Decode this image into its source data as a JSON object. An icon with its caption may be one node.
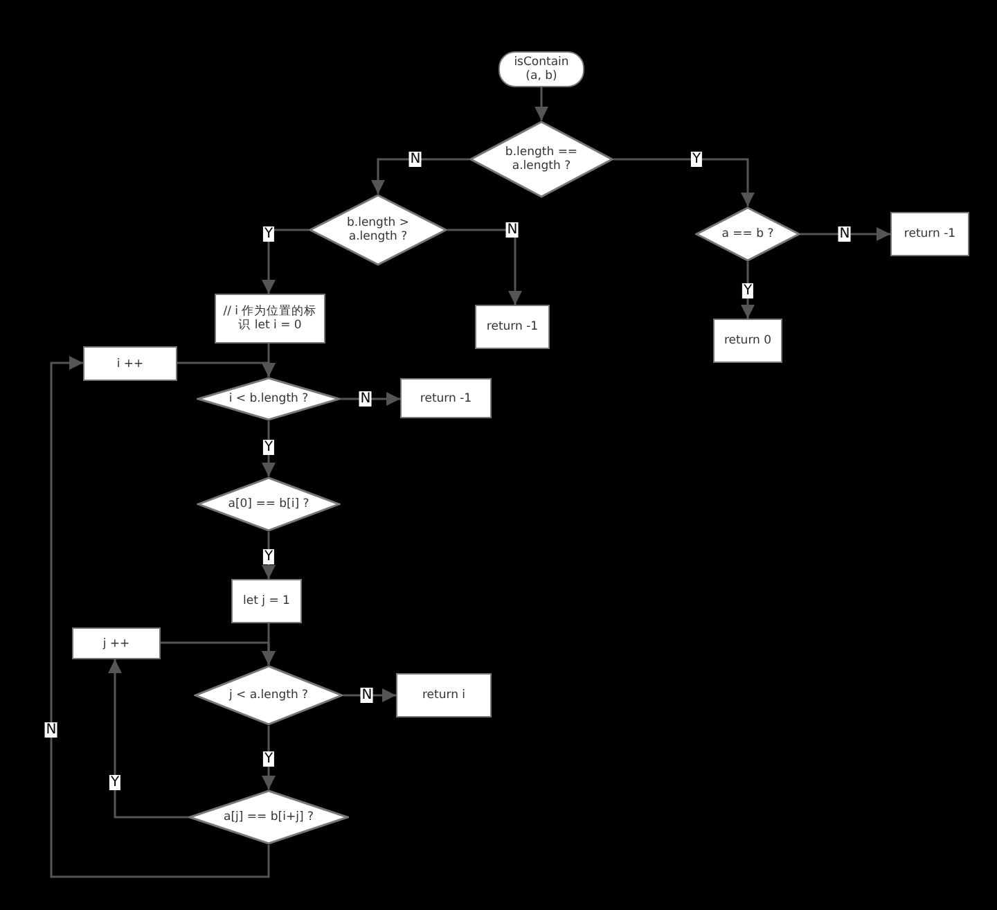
{
  "diagram": {
    "nodes": [
      {
        "text": [
          "isContain (a, b)"
        ]
      },
      {
        "text": [
          "b.length == a.length ?"
        ]
      },
      {
        "text": [
          "b.length > a.length ?"
        ]
      },
      {
        "text": [
          "a == b ?"
        ]
      },
      {
        "text": [
          "return -1"
        ]
      },
      {
        "text": [
          "return 0"
        ]
      },
      {
        "text": [
          "// i 作为位置的标识 let i = 0"
        ]
      },
      {
        "text": [
          "return -1"
        ]
      },
      {
        "text": [
          "i ++"
        ]
      },
      {
        "text": [
          "i < b.length ?"
        ]
      },
      {
        "text": [
          "return -1"
        ]
      },
      {
        "text": [
          "a[0] == b[i] ?"
        ]
      },
      {
        "text": [
          "let j = 1"
        ]
      },
      {
        "text": [
          "j ++"
        ]
      },
      {
        "text": [
          "j < a.length ?"
        ]
      },
      {
        "text": [
          "return i"
        ]
      },
      {
        "text": [
          "a[j] == b[i+j] ?"
        ]
      }
    ],
    "edges": [
      {
        "from": 0,
        "to": 1,
        "arrow": "to"
      },
      {
        "from": 1,
        "to": 2,
        "arrow": "to",
        "label": "N"
      },
      {
        "from": 1,
        "to": 3,
        "arrow": "to",
        "label": "Y"
      },
      {
        "from": 2,
        "to": 6,
        "arrow": "to",
        "label": "Y"
      },
      {
        "from": 2,
        "to": 7,
        "arrow": "to",
        "label": "N"
      },
      {
        "from": 3,
        "to": 4,
        "arrow": "to",
        "label": "N"
      },
      {
        "from": 3,
        "to": 5,
        "arrow": "to",
        "label": "Y"
      },
      {
        "from": 6,
        "to": 9,
        "arrow": "to"
      },
      {
        "from": 8,
        "to": 9,
        "arrow": "to"
      },
      {
        "from": 9,
        "to": 10,
        "arrow": "to",
        "label": "N"
      },
      {
        "from": 9,
        "to": 11,
        "arrow": "to",
        "label": "Y"
      },
      {
        "from": 11,
        "to": 12,
        "arrow": "to",
        "label": "Y"
      },
      {
        "from": 12,
        "to": 14,
        "arrow": "to"
      },
      {
        "from": 13,
        "to": 14,
        "arrow": "to"
      },
      {
        "from": 14,
        "to": 15,
        "arrow": "to",
        "label": "N"
      },
      {
        "from": 14,
        "to": 16,
        "arrow": "to",
        "label": "Y"
      },
      {
        "from": 16,
        "to": 13,
        "arrow": "to",
        "label": "Y"
      },
      {
        "from": 16,
        "to": 8,
        "arrow": "to",
        "label": "N"
      }
    ]
  }
}
